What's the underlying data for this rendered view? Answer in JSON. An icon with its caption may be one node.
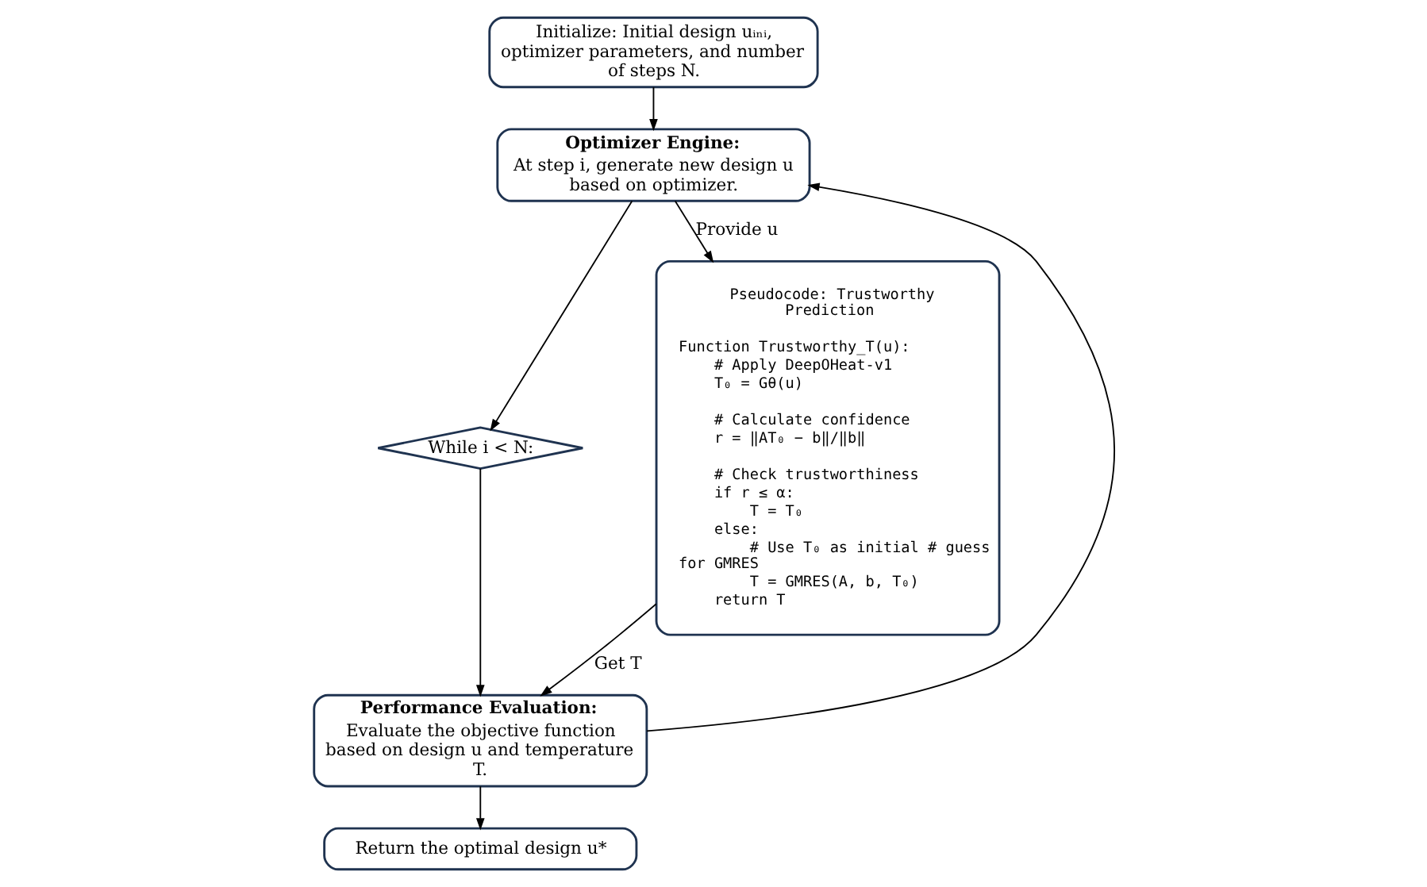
{
  "diagram": {
    "nodes": [
      {
        "text": [
          "Initialize: Initial design uᵢₙᵢ, optimizer parameters, and number of steps N."
        ]
      },
      {
        "text": [
          "Optimizer Engine:",
          "At step i, generate new design u based on optimizer."
        ]
      },
      {
        "text": [
          "While i < N:"
        ]
      },
      {
        "text": [
          "Performance Evaluation:",
          "Evaluate the objective function based on design u and temperature T."
        ]
      },
      {
        "text": [
          "Return the optimal design u*"
        ]
      },
      {
        "text": [
          "Pseudocode: Trustworthy Prediction",
          "Function Trustworthy_T(u):",
          "# Apply DeepOHeat-v1",
          "T₀ = Gθ(u)",
          "# Calculate confidence",
          "r = ‖AT₀ − b‖/‖b‖",
          "# Check trustworthiness",
          "if r ≤ α:",
          "T = T₀",
          "else:",
          "# Use T₀ as initial # guess for GMRES",
          "T = GMRES(A, b, T₀)",
          "return T"
        ]
      }
    ],
    "edges": [
      {
        "from": 0,
        "to": 1,
        "arrow": "to"
      },
      {
        "from": 1,
        "to": 2,
        "arrow": "to"
      },
      {
        "from": 2,
        "to": 3,
        "arrow": "to"
      },
      {
        "from": 3,
        "to": 4,
        "arrow": "to"
      },
      {
        "from": 3,
        "to": 1,
        "arrow": "to"
      },
      {
        "from": 1,
        "to": 5,
        "arrow": "to",
        "label": "Provide u"
      },
      {
        "from": 5,
        "to": 3,
        "arrow": "to",
        "label": "Get T"
      }
    ]
  }
}
